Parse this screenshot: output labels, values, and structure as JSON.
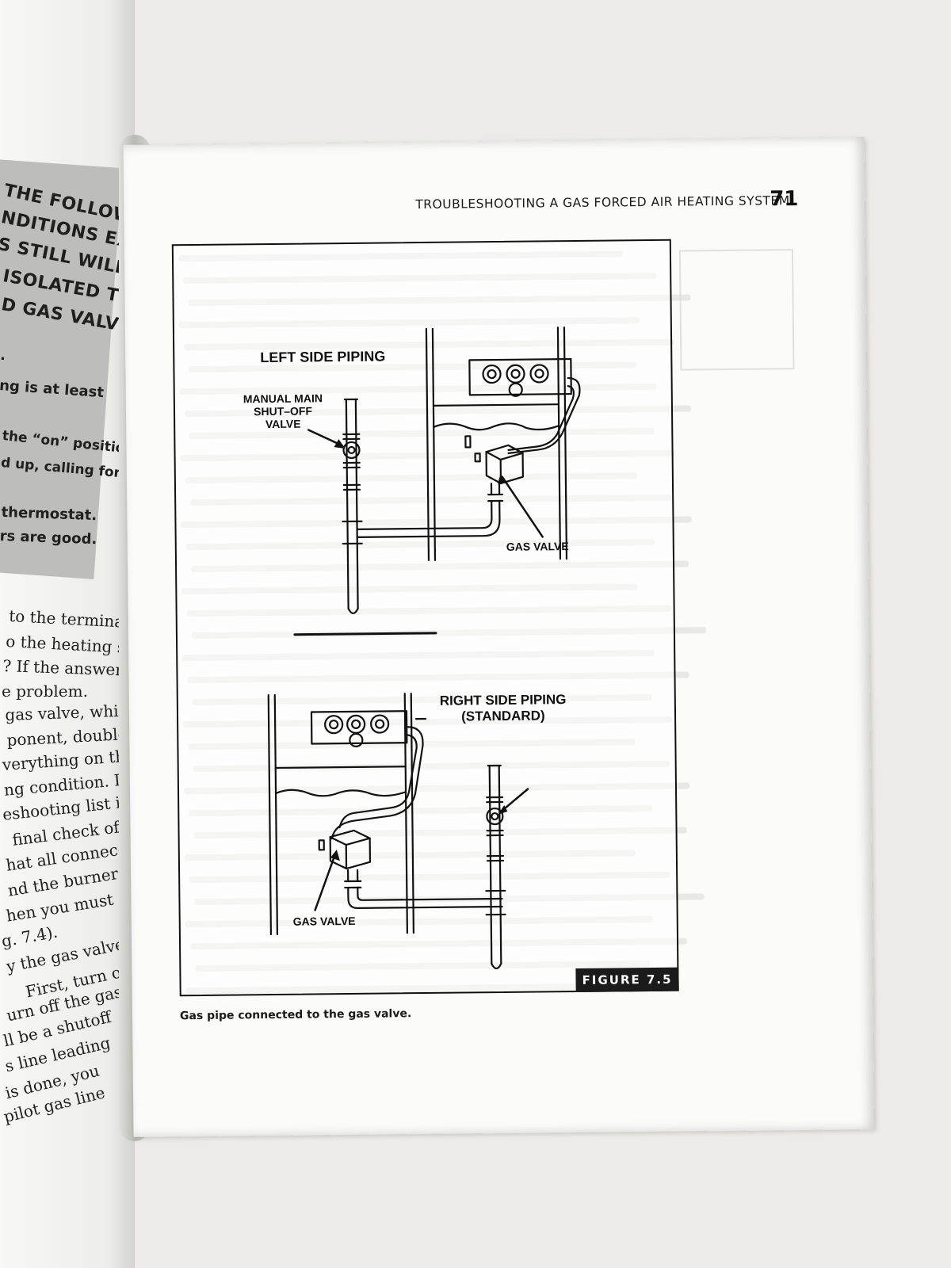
{
  "left_page": {
    "box_lines": [
      "THE FOLLOWING",
      "NDITIONS EXIST",
      "S STILL WILL NOT",
      "ISOLATED THE",
      "D GAS VALVE."
    ],
    "box_sublines": [
      ".",
      "ng is at least",
      "the “on” position.",
      "d up, calling for",
      "thermostat.",
      "rs are good."
    ],
    "body_lines": [
      "to the terminals,",
      "o the heating sys-",
      "? If the answer is",
      "e problem.",
      "gas valve, which",
      "ponent, double-",
      "verything on the",
      "ng condition. If",
      "eshooting list is",
      "final check of",
      "hat all connec-",
      "nd the burners",
      "hen you must",
      "g. 7.4).",
      "y the gas valve",
      "First, turn off",
      "urn off the gas",
      "ll be a shutoff",
      "s line leading",
      "is done, you",
      "pilot gas line"
    ]
  },
  "header": {
    "running_title": "TROUBLESHOOTING A GAS FORCED AIR HEATING SYSTEM",
    "page_number": "71"
  },
  "figure": {
    "left_title": "LEFT SIDE PIPING",
    "manual_valve_label": [
      "MANUAL MAIN",
      "SHUT–OFF",
      "VALVE"
    ],
    "gas_valve_label_top": "GAS VALVE",
    "right_title": [
      "RIGHT SIDE PIPING",
      "(STANDARD)"
    ],
    "gas_valve_label_bottom": "GAS VALVE",
    "tag": "FIGURE 7.5"
  },
  "caption": "Gas pipe connected to the gas valve."
}
